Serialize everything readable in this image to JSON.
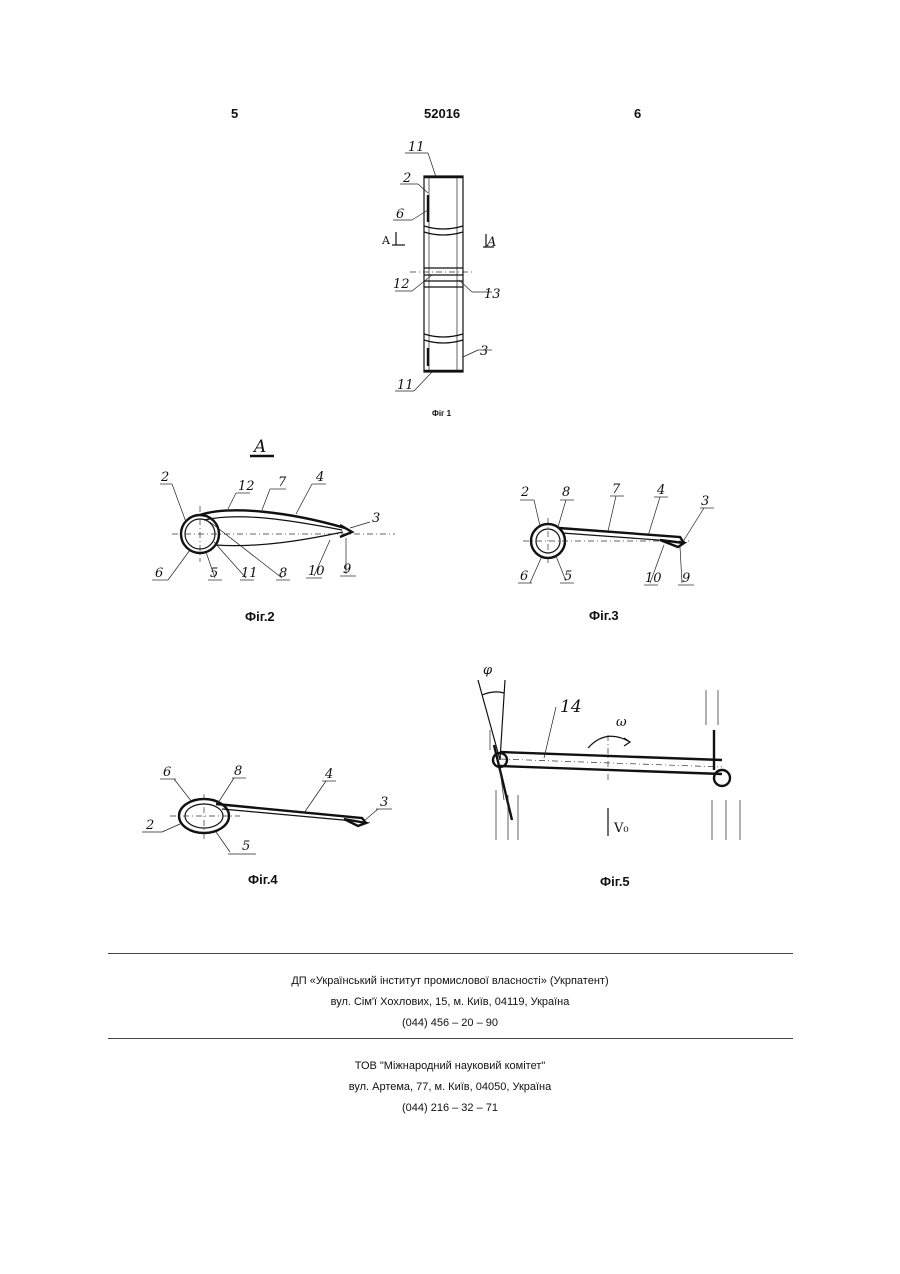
{
  "header": {
    "left_col": "5",
    "patent_number": "52016",
    "right_col": "6"
  },
  "figures": {
    "fig1": {
      "caption": "Фіг 1",
      "labels": {
        "l11_top": "11",
        "l2": "2",
        "l6": "6",
        "sec_a_left": "A",
        "sec_a_right": "A",
        "l12": "12",
        "l13": "13",
        "l3": "3",
        "l11_bot": "11"
      }
    },
    "fig2": {
      "caption": "Фіг.2",
      "title": "A",
      "labels": {
        "l2": "2",
        "l12": "12",
        "l7": "7",
        "l4": "4",
        "l3": "3",
        "l6": "6",
        "l5": "5",
        "l11": "11",
        "l8": "8",
        "l10": "10",
        "l9": "9"
      }
    },
    "fig3": {
      "caption": "Фіг.3",
      "labels": {
        "l2": "2",
        "l8": "8",
        "l7": "7",
        "l4": "4",
        "l3": "3",
        "l6": "6",
        "l5": "5",
        "l10": "10",
        "l9": "9"
      }
    },
    "fig4": {
      "caption": "Фіг.4",
      "labels": {
        "l6": "6",
        "l8": "8",
        "l4": "4",
        "l3": "3",
        "l2": "2",
        "l5": "5"
      }
    },
    "fig5": {
      "caption": "Фіг.5",
      "labels": {
        "phi": "φ",
        "l14": "14",
        "omega": "ω",
        "v0": "V₀"
      }
    }
  },
  "footer": {
    "publisher_name": "ДП «Український інститут промислової власності» (Укрпатент)",
    "publisher_address": "вул. Сім'ї Хохлових, 15, м. Київ, 04119, Україна",
    "publisher_phone": "(044) 456 – 20 – 90",
    "printer_name": "ТОВ \"Міжнародний науковий комітет\"",
    "printer_address": "вул. Артема, 77, м. Київ, 04050, Україна",
    "printer_phone": "(044) 216 – 32 – 71"
  }
}
